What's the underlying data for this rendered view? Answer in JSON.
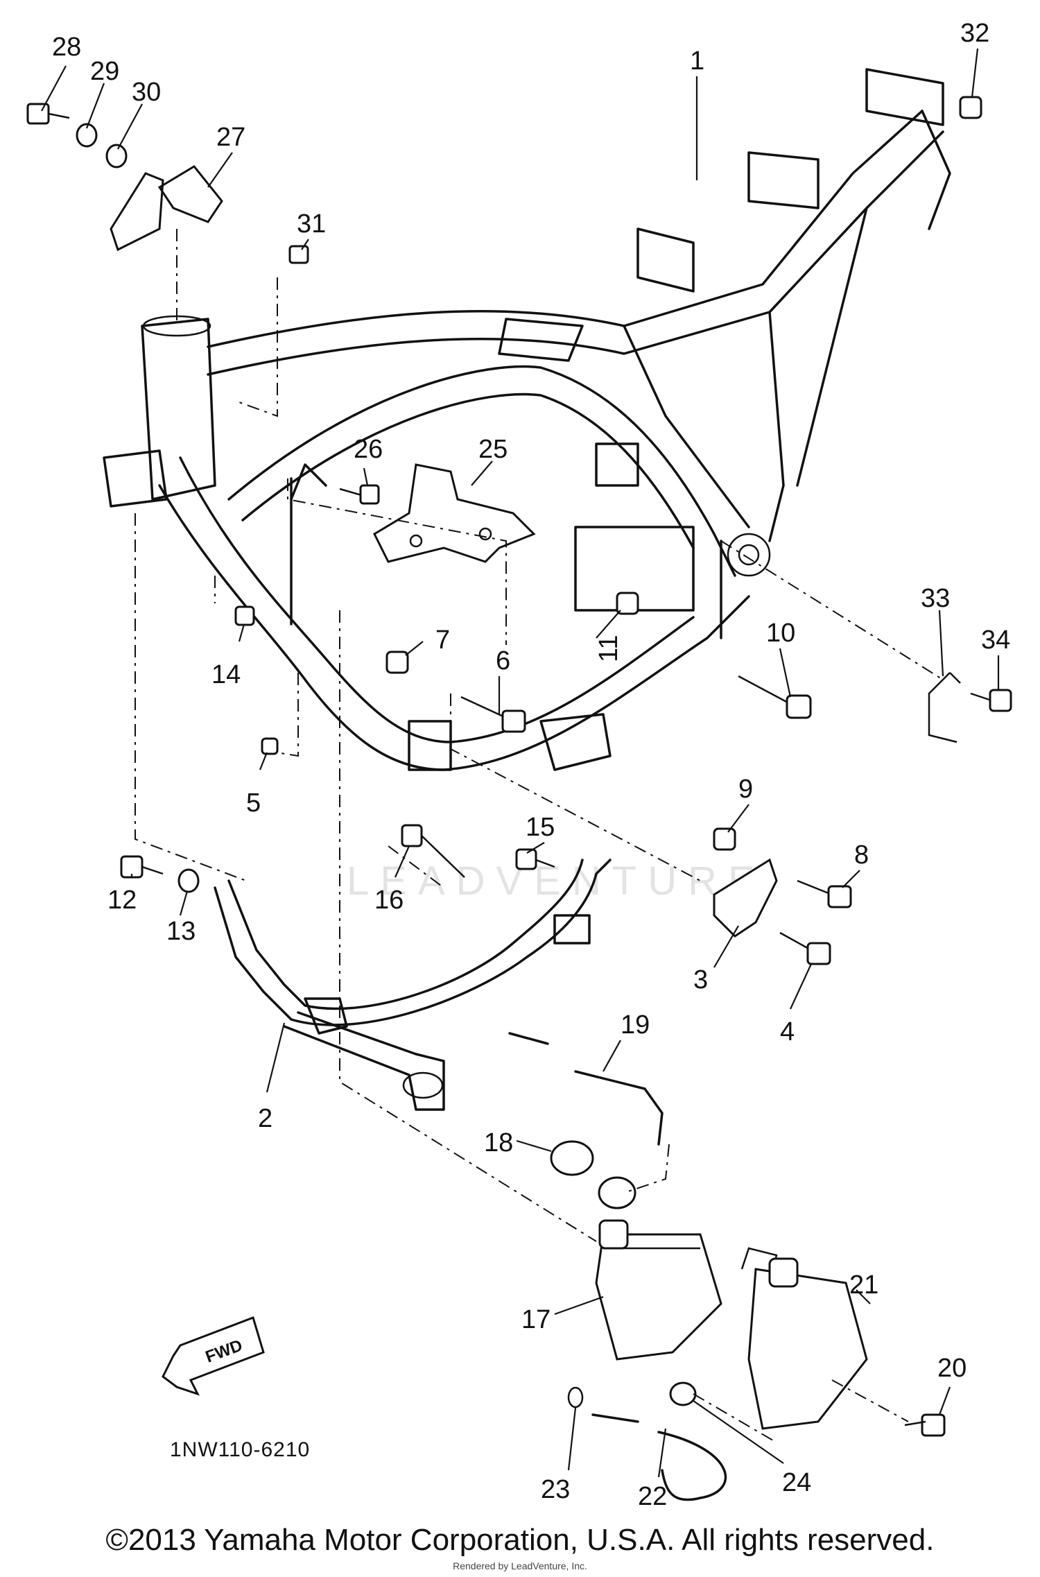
{
  "diagram": {
    "diagram_code": "1NW110-6210",
    "fwd_label": "FWD",
    "watermark": "LEADVENTURE",
    "copyright": "©2013 Yamaha Motor Corporation, U.S.A. All rights reserved.",
    "rendered_by": "Rendered by LeadVenture, Inc.",
    "callouts": [
      "1",
      "2",
      "3",
      "4",
      "5",
      "6",
      "7",
      "8",
      "9",
      "10",
      "11",
      "12",
      "13",
      "14",
      "15",
      "16",
      "17",
      "18",
      "19",
      "20",
      "21",
      "22",
      "23",
      "24",
      "25",
      "26",
      "27",
      "28",
      "29",
      "30",
      "31",
      "32",
      "33",
      "34"
    ]
  }
}
